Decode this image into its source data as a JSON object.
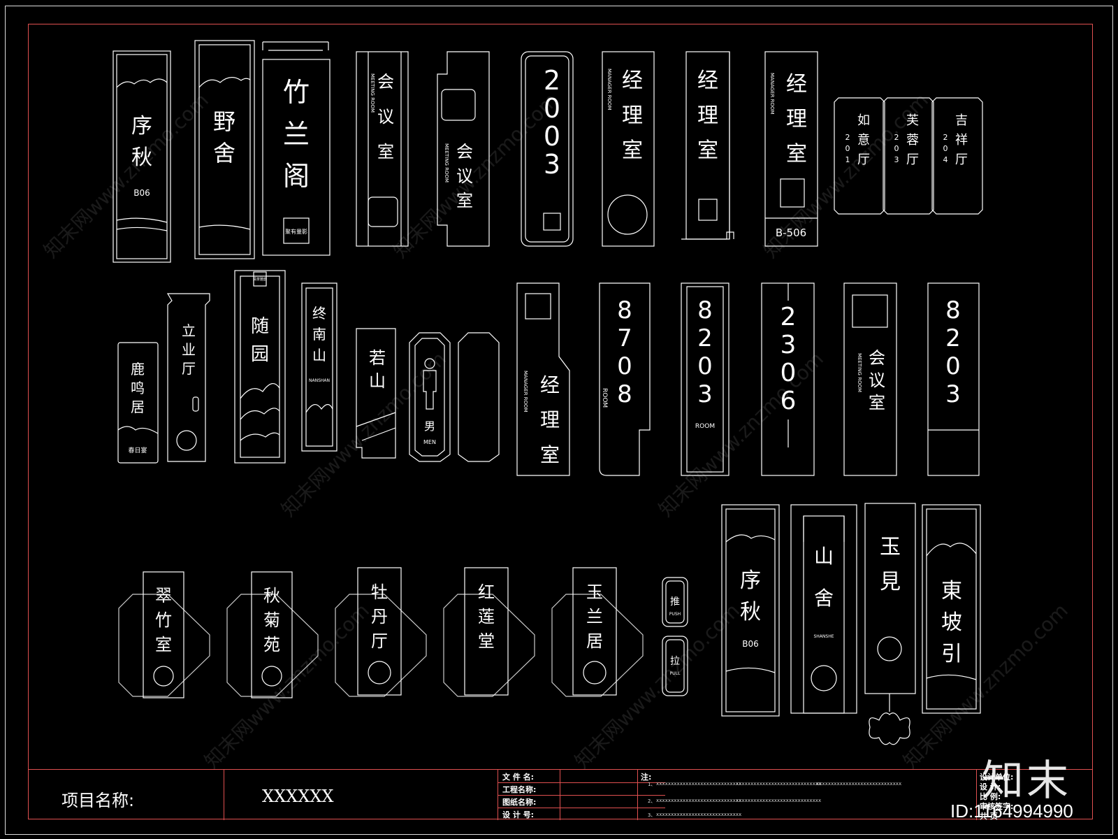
{
  "signs": {
    "row1": {
      "s1": {
        "line1": "序",
        "line2": "秋",
        "code": "B06"
      },
      "s2": {
        "line1": "野",
        "line2": "舍"
      },
      "s3": {
        "line1": "竹",
        "line2": "兰",
        "line3": "阁",
        "seal": "聚有量影"
      },
      "s4": {
        "c1": "会",
        "c2": "议",
        "c3": "室",
        "en": "MEETING ROOM"
      },
      "s5": {
        "c1": "会",
        "c2": "议",
        "c3": "室",
        "en": "MEETING ROOM"
      },
      "s6": {
        "c1": "2",
        "c2": "0",
        "c3": "0",
        "c4": "3"
      },
      "s7": {
        "c1": "经",
        "c2": "理",
        "c3": "室",
        "en": "MANAGER ROOM"
      },
      "s8": {
        "c1": "经",
        "c2": "理",
        "c3": "室"
      },
      "s9": {
        "c1": "经",
        "c2": "理",
        "c3": "室",
        "en": "MANAGER ROOM",
        "code": "B-506"
      },
      "p1": {
        "c1": "如",
        "c2": "意",
        "c3": "厅",
        "n1": "2",
        "n2": "0",
        "n3": "1"
      },
      "p2": {
        "c1": "芙",
        "c2": "蓉",
        "c3": "厅",
        "n1": "2",
        "n2": "0",
        "n3": "3"
      },
      "p3": {
        "c1": "吉",
        "c2": "祥",
        "c3": "厅",
        "n1": "2",
        "n2": "0",
        "n3": "4"
      }
    },
    "row2": {
      "s10": {
        "c1": "鹿",
        "c2": "鸣",
        "c3": "居",
        "sub": "春日宴"
      },
      "s11": {
        "c1": "立",
        "c2": "业",
        "c3": "厅"
      },
      "s12": {
        "c1": "随",
        "c2": "园",
        "seal": "清茶雅韵"
      },
      "s13": {
        "c1": "终",
        "c2": "南",
        "c3": "山",
        "en": "NANSHAN"
      },
      "s14": {
        "c1": "若",
        "c2": "山"
      },
      "s15": {
        "cn": "男",
        "en": "MEN"
      },
      "s17": {
        "c1": "经",
        "c2": "理",
        "c3": "室",
        "en": "MANAGER ROOM"
      },
      "s18": {
        "c1": "8",
        "c2": "7",
        "c3": "0",
        "c4": "8",
        "en": "ROOM"
      },
      "s19": {
        "c1": "8",
        "c2": "2",
        "c3": "0",
        "c4": "3",
        "en": "ROOM"
      },
      "s20": {
        "c1": "2",
        "c2": "3",
        "c3": "0",
        "c4": "6"
      },
      "s21": {
        "c1": "会",
        "c2": "议",
        "c3": "室",
        "en": "MEETING ROOM"
      },
      "s22": {
        "c1": "8",
        "c2": "2",
        "c3": "0",
        "c4": "3"
      }
    },
    "row3": {
      "o1": {
        "c1": "翠",
        "c2": "竹",
        "c3": "室"
      },
      "o2": {
        "c1": "秋",
        "c2": "菊",
        "c3": "苑"
      },
      "o3": {
        "c1": "牡",
        "c2": "丹",
        "c3": "厅"
      },
      "o4": {
        "c1": "红",
        "c2": "莲",
        "c3": "堂"
      },
      "o5": {
        "c1": "玉",
        "c2": "兰",
        "c3": "居"
      },
      "push": {
        "cn": "推",
        "en": "PUSH"
      },
      "pull": {
        "cn": "拉",
        "en": "PULL"
      },
      "s23": {
        "c1": "序",
        "c2": "秋",
        "code": "B06"
      },
      "s24": {
        "c1": "山",
        "c2": "舍",
        "en": "SHANSHE"
      },
      "s25": {
        "c1": "玉",
        "c2": "見"
      },
      "s26": {
        "c1": "東",
        "c2": "坡",
        "c3": "引"
      }
    }
  },
  "title_block": {
    "project_label": "项目名称:",
    "project_value": "XXXXXX",
    "file_name": "文 件 名:",
    "project_name": "工程名称:",
    "drawing_name": "图纸名称:",
    "design_no": "设 计 号:",
    "notes_label": "注:",
    "note1_prefix": "1、",
    "note1_a": "xxxxxxxxxxxxxxxxxxxxxxxxxxxxx",
    "note1_b": "xxxxxxxxxxxxxxxxxxxxxxxxxxxxx",
    "note1_c": "xxxxxxxxxxxxxxxxxxxxxxxxxxxxx",
    "note2_prefix": "2、",
    "note2_a": "xxxxxxxxxxxxxxxxxxxxxxxxxxxxx",
    "note2_b": "xxxxxxxxxxxxxxxxxxxxxxxxxxxxx",
    "note3_prefix": "3、",
    "note3_a": "xxxxxxxxxxxxxxxxxxxxxxxxxxxxx",
    "right1": "设计单位:",
    "right2": "设 计:",
    "right3": "比 例:",
    "right4": "审核签字:",
    "right5": "共 页"
  },
  "watermark": {
    "logo": "知末",
    "id": "ID:1164994990",
    "site": "知末网www.znzmo.com"
  },
  "colors": {
    "frame": "#e05050",
    "line": "#ffffff",
    "background": "#000000"
  }
}
